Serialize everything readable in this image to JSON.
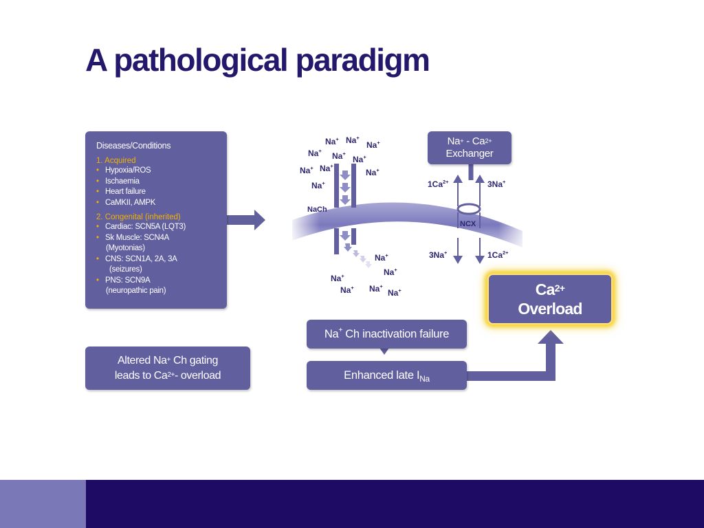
{
  "title": "A pathological paradigm",
  "diseases": {
    "heading": "Diseases/Conditions",
    "acquired_heading": "1. Acquired",
    "acquired_items": [
      "Hypoxia/ROS",
      "Ischaemia",
      "Heart failure",
      "CaMKII, AMPK"
    ],
    "congenital_heading": "2. Congenital (inherited)",
    "congenital_items": [
      {
        "main": "Cardiac: SCN5A (LQT3)",
        "sub": ""
      },
      {
        "main": "Sk Muscle: SCN4A",
        "sub": "(Myotonias)"
      },
      {
        "main": "CNS: SCN1A, 2A, 3A",
        "sub": "(seizures)"
      },
      {
        "main": "PNS: SCN9A",
        "sub": "(neuropathic pain)"
      }
    ]
  },
  "altered": {
    "line1": "Altered Na",
    "line1_sup": "+",
    "line1_rest": " Ch gating",
    "line2": "leads to Ca",
    "line2_sup": "2+",
    "line2_rest": "- overload"
  },
  "exchanger": {
    "na": "Na",
    "na_sup": "+",
    "mid": " - Ca",
    "ca_sup": "2+",
    "line2": "Exchanger"
  },
  "ion": {
    "na": "Na",
    "na_sup": "+"
  },
  "labels": {
    "nach": "NaCh",
    "ncx": "NCX",
    "ca_in_num": "1Ca",
    "ca_in_sup": "2+",
    "na_out": "3Na",
    "na_out_sup": "+",
    "na_in": "3Na",
    "na_in_sup": "+",
    "ca_out_num": "1Ca",
    "ca_out_sup": "2+"
  },
  "inactivation": {
    "pre": "Na",
    "sup": "+",
    "post": " Ch inactivation failure"
  },
  "late": {
    "pre": "Enhanced late I",
    "sub": "Na"
  },
  "overload": {
    "ca": "Ca",
    "sup": "2+",
    "line2": "Overload"
  },
  "colors": {
    "box": "#625f9f",
    "title": "#23186b",
    "accent": "#f0b400",
    "footer_dark": "#1e0b63",
    "footer_light": "#7a78b7",
    "glow": "#f6d33a"
  }
}
